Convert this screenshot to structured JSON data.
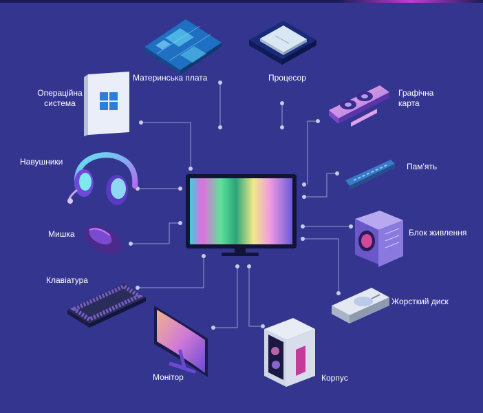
{
  "labels": {
    "motherboard": "Материнська плата",
    "processor": "Процесор",
    "os_line1": "Операційна",
    "os_line2": "система",
    "gpu_line1": "Графічна",
    "gpu_line2": "карта",
    "headphones": "Навушники",
    "memory": "Пам'ять",
    "psu": "Блок живлення",
    "mouse": "Мишка",
    "keyboard": "Клавіатура",
    "hdd": "Жорсткий диск",
    "monitor": "Монітор",
    "case": "Корпус"
  },
  "colors": {
    "background": "#33358f",
    "connector": "#9aa0c8",
    "label": "#ffffff"
  }
}
